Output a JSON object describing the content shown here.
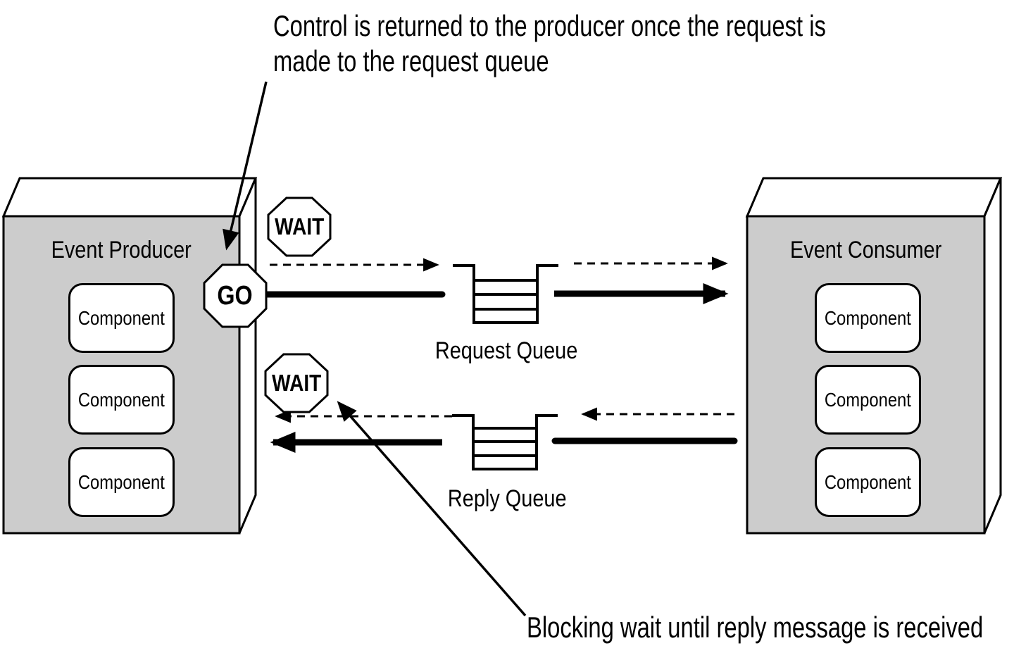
{
  "colors": {
    "background": "#ffffff",
    "box_fill": "#cccccc",
    "component_fill": "#ffffff",
    "stroke": "#000000",
    "text": "#000000"
  },
  "annotations": {
    "top_line1": "Control is returned to the producer once the request is",
    "top_line2": "made to the request queue",
    "bottom": "Blocking wait until reply message is received"
  },
  "producer": {
    "title": "Event Producer",
    "components": [
      "Component",
      "Component",
      "Component"
    ]
  },
  "consumer": {
    "title": "Event Consumer",
    "components": [
      "Component",
      "Component",
      "Component"
    ]
  },
  "queues": {
    "request_label": "Request Queue",
    "reply_label": "Reply Queue"
  },
  "badges": {
    "wait_top": "WAIT",
    "go": "GO",
    "wait_bottom": "WAIT"
  }
}
